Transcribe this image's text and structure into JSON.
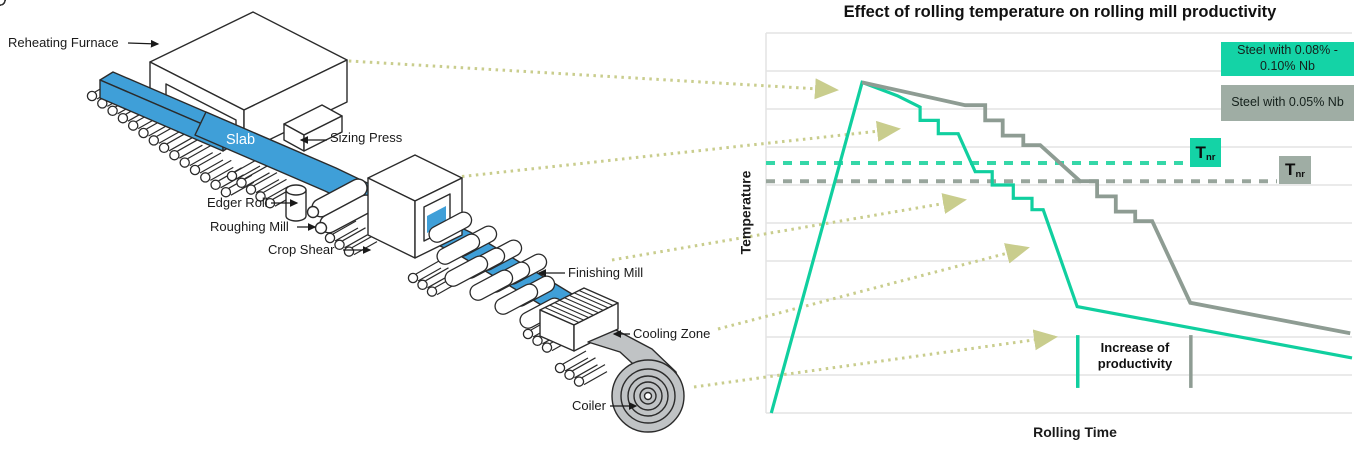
{
  "figure": {
    "chart_title": "Effect of rolling temperature on rolling mill productivity"
  },
  "diagram": {
    "labels": {
      "reheating_furnace": "Reheating Furnace",
      "slab": "Slab",
      "sizing_press": "Sizing Press",
      "edger_roll": "Edger Roll",
      "roughing_mill": "Roughing Mill",
      "crop_shear": "Crop Shear",
      "finishing_mill": "Finishing Mill",
      "cooling_zone": "Cooling Zone",
      "coiler": "Coiler"
    },
    "connectors": [
      {
        "name": "furnace-to-curve-peak",
        "from": [
          265,
          56
        ],
        "to": [
          836,
          90
        ]
      },
      {
        "name": "press-to-curve",
        "from": [
          448,
          178
        ],
        "to": [
          898,
          129
        ]
      },
      {
        "name": "mill-to-curve",
        "from": [
          612,
          260
        ],
        "to": [
          964,
          200
        ]
      },
      {
        "name": "cooling-to-curve",
        "from": [
          718,
          329
        ],
        "to": [
          1027,
          248
        ]
      },
      {
        "name": "coiler-to-curve",
        "from": [
          694,
          387
        ],
        "to": [
          1055,
          337
        ]
      }
    ]
  },
  "chart_data": {
    "type": "line",
    "title": "Effect of rolling temperature on rolling mill productivity",
    "xlabel": "Rolling Time",
    "ylabel": "Temperature",
    "x_range": [
      0,
      100
    ],
    "y_range": [
      0,
      100
    ],
    "grid": "horizontal-only",
    "gridline_count": 11,
    "axis_ticks": "none",
    "legend_position": "top-right",
    "series": [
      {
        "name": "Steel with 0.08% - 0.10% Nb",
        "color": "#10cf9f",
        "points": [
          [
            0.9,
            0
          ],
          [
            16.4,
            87
          ],
          [
            22.4,
            83.5
          ],
          [
            26.3,
            80.5
          ],
          [
            26.3,
            77
          ],
          [
            29.4,
            77
          ],
          [
            29.4,
            73.5
          ],
          [
            32.8,
            73.5
          ],
          [
            35.7,
            63.5
          ],
          [
            38.6,
            63.5
          ],
          [
            38.6,
            60
          ],
          [
            42.2,
            60
          ],
          [
            42.2,
            56.5
          ],
          [
            45.4,
            56.5
          ],
          [
            45.4,
            53.5
          ],
          [
            47.3,
            53.5
          ],
          [
            53.1,
            28
          ],
          [
            100,
            14.5
          ]
        ]
      },
      {
        "name": "Steel with 0.05% Nb",
        "color": "#8e9c93",
        "points": [
          [
            16.4,
            87
          ],
          [
            34,
            81
          ],
          [
            37.4,
            81
          ],
          [
            37.4,
            77
          ],
          [
            40.4,
            77
          ],
          [
            40.4,
            73
          ],
          [
            43.9,
            73
          ],
          [
            43.9,
            70.5
          ],
          [
            46.8,
            70.5
          ],
          [
            53.6,
            61
          ],
          [
            56.5,
            61
          ],
          [
            56.5,
            57
          ],
          [
            59.7,
            57
          ],
          [
            59.7,
            53
          ],
          [
            63,
            53
          ],
          [
            63,
            50.5
          ],
          [
            65.9,
            50.5
          ],
          [
            72.4,
            29
          ],
          [
            99.7,
            21
          ]
        ]
      }
    ],
    "reference_lines": [
      {
        "name": "Tnr steel 0.08-0.10 Nb",
        "symbol": "T",
        "subscript": "nr",
        "y": 65.8,
        "x_start": 0,
        "x_end": 72,
        "color": "#35d7a8",
        "style": "dashed"
      },
      {
        "name": "Tnr steel 0.05 Nb",
        "symbol": "T",
        "subscript": "nr",
        "y": 61,
        "x_start": 0,
        "x_end": 87.2,
        "color": "#98a59c",
        "style": "dashed"
      }
    ],
    "annotations": [
      {
        "name": "productivity-gain",
        "text": "Increase of productivity",
        "x_start": 53.2,
        "x_end": 72.5,
        "marker_y": [
          6.6,
          20.5
        ]
      }
    ],
    "legend": [
      {
        "label": "Steel with 0.08% - 0.10% Nb",
        "bg": "#14d3a6"
      },
      {
        "label": "Steel with 0.05% Nb",
        "bg": "#9fada4"
      }
    ]
  },
  "colors": {
    "teal": "#10cf9f",
    "sage_gray": "#8e9c93",
    "legend_teal_bg": "#14d3a6",
    "legend_gray_bg": "#9fada4",
    "connector_olive": "#c9cd8d",
    "slab_blue": "#3f9fd8",
    "coil_gray": "#c0c3c5",
    "gridline": "#e4e4e4",
    "text": "#1a1a1a"
  }
}
